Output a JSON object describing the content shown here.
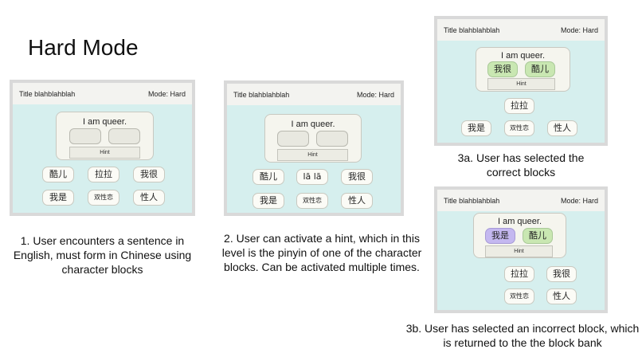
{
  "heading": "Hard Mode",
  "app_title": "Title blahblahblah",
  "mode_label": "Mode: Hard",
  "sentence": "I am queer.",
  "hint_label": "Hint",
  "panel1": {
    "blocks_row1": [
      "酷儿",
      "拉拉",
      "我很"
    ],
    "blocks_row2": [
      "我是",
      "双性恋",
      "性人"
    ]
  },
  "panel2": {
    "blocks_row1": [
      "酷儿",
      "lā lā",
      "我很"
    ],
    "blocks_row2": [
      "我是",
      "双性恋",
      "性人"
    ]
  },
  "panel3a": {
    "selected": [
      "我很",
      "酷儿"
    ],
    "bank_row1": [
      "拉拉"
    ],
    "bank_row2": [
      "我是",
      "双性恋",
      "性人"
    ]
  },
  "panel3b": {
    "selected": [
      "我是",
      "酷儿"
    ],
    "bank_row1": [
      "拉拉",
      "我很"
    ],
    "bank_row2": [
      "双性恋",
      "性人"
    ]
  },
  "captions": {
    "c1": "1. User encounters a sentence in English, must form in Chinese using character blocks",
    "c2": "2. User can activate a hint, which in this level is the pinyin of one of the character blocks. Can be activated multiple times.",
    "c3a": "3a. User has selected the correct blocks",
    "c3b": "3b. User has selected an incorrect block, which is returned to the the block bank"
  },
  "colors": {
    "panel_bg": "#d6efee",
    "correct_block": "#c9e7b2",
    "incorrect_block": "#c4b8f0"
  }
}
